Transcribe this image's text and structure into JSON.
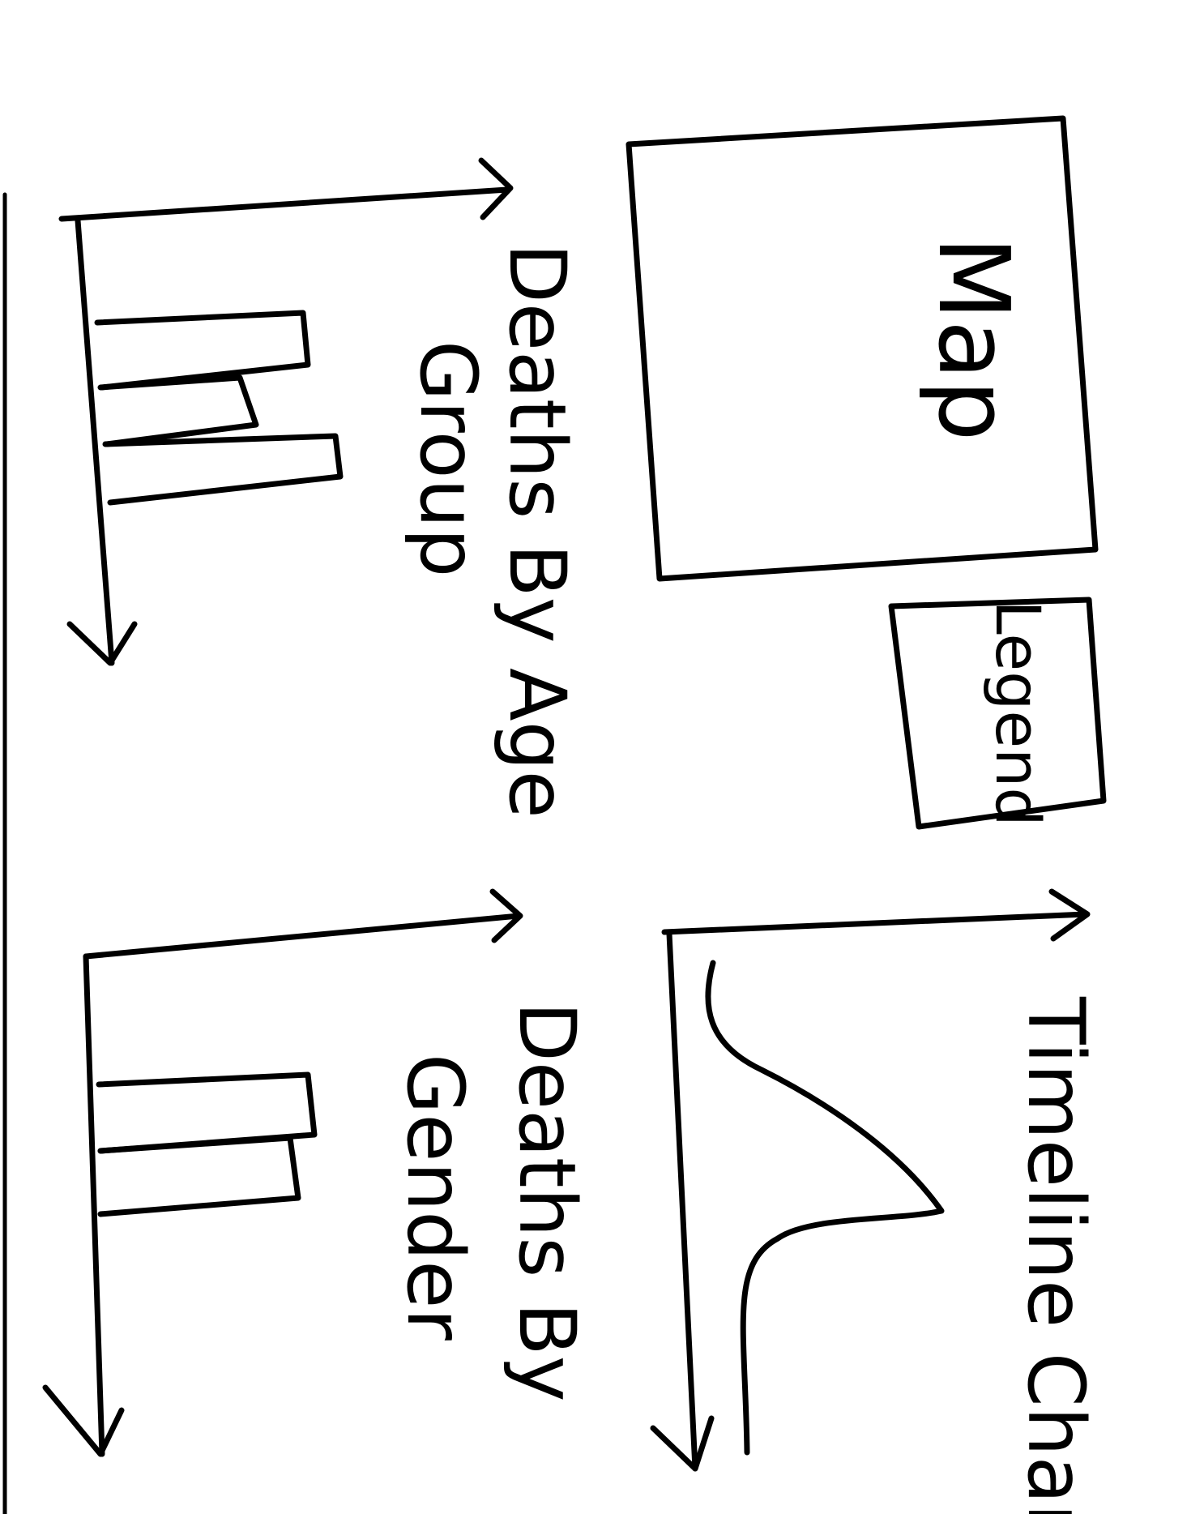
{
  "sketch": {
    "ink_color": "#000000",
    "paper_color": "#ffffff",
    "orientation": "rotated-90-clockwise"
  },
  "panels": {
    "map": {
      "label": "Map"
    },
    "legend": {
      "label": "Legend"
    },
    "timeline": {
      "label": "Timeline Chart"
    },
    "age": {
      "label_line1": "Deaths By Age",
      "label_line2": "Group"
    },
    "gender": {
      "label_line1": "Deaths By",
      "label_line2": "Gender"
    }
  }
}
